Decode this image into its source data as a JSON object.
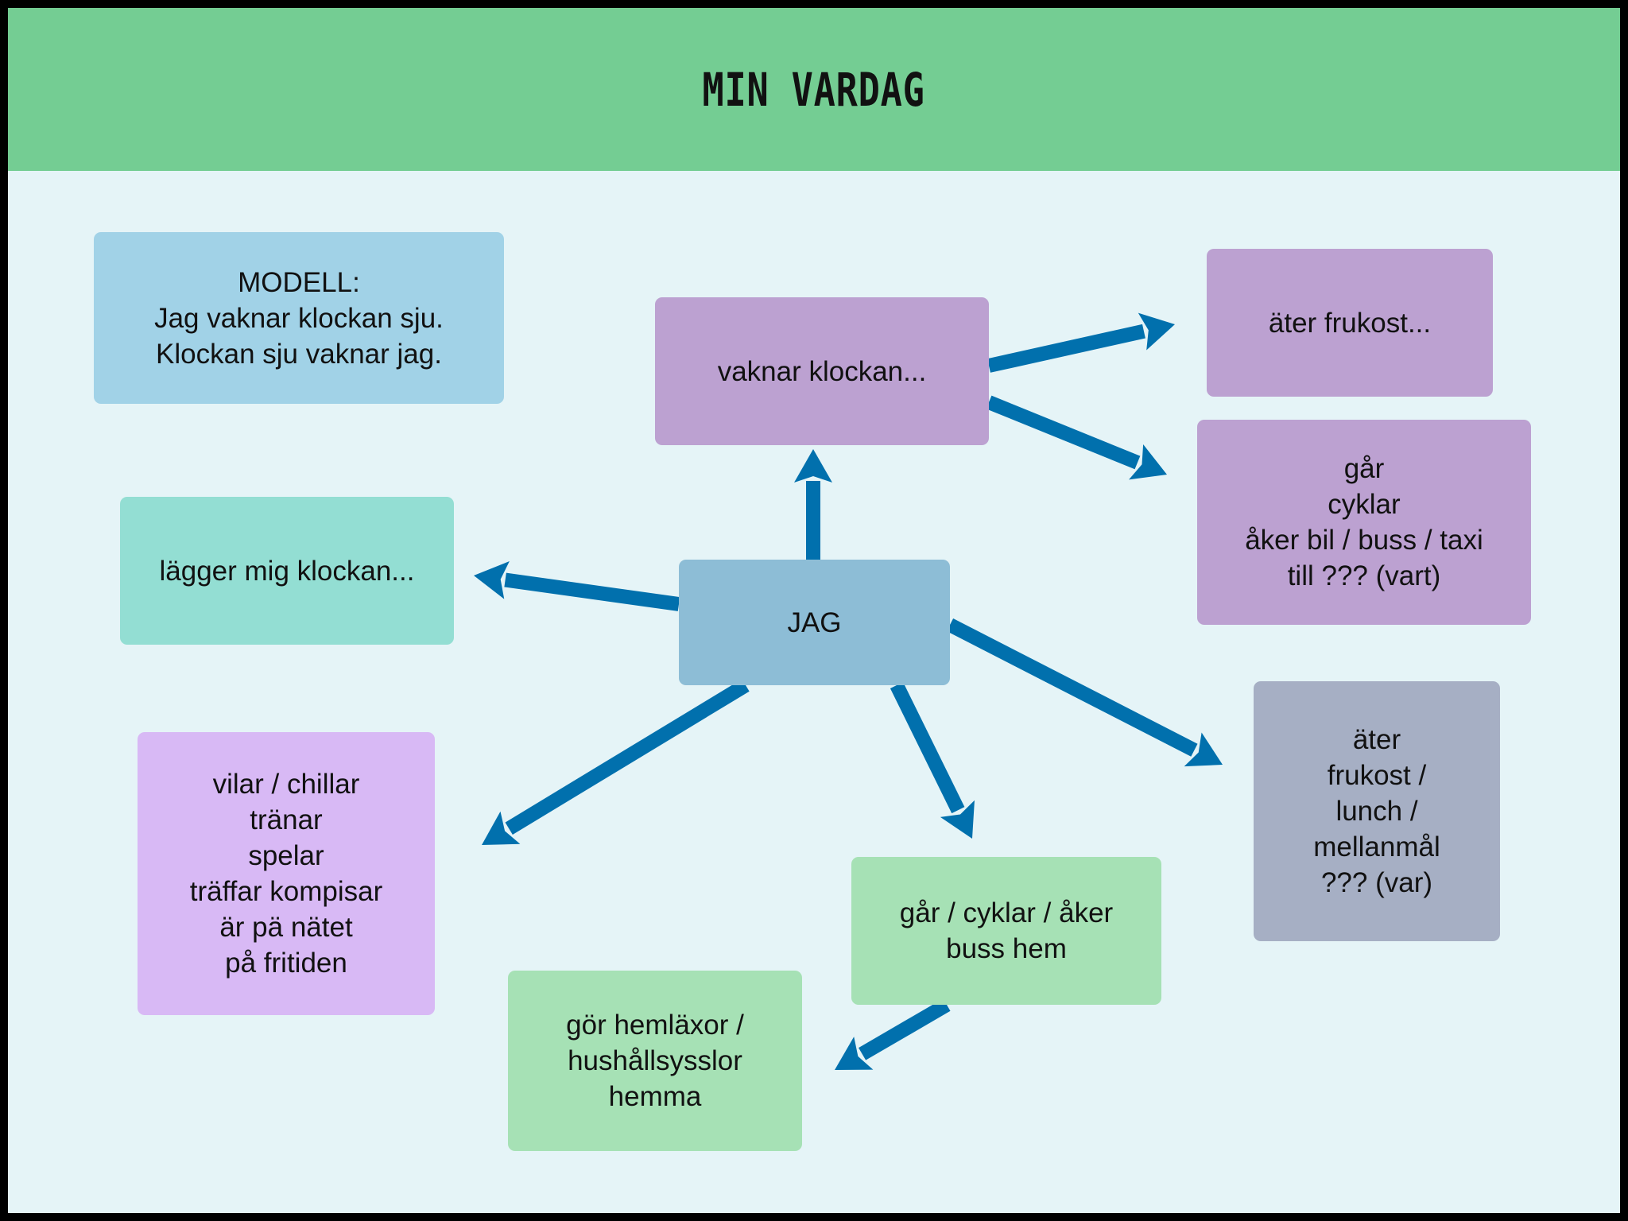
{
  "title": "MIN VARDAG",
  "colors": {
    "frame": "#000000",
    "background": "#e5f4f7",
    "header": "#74cd93",
    "arrow": "#0170ad"
  },
  "nodes": {
    "modell": {
      "text": "MODELL:\nJag vaknar klockan sju.\nKlockan sju vaknar jag.",
      "color": "#a1d2e7"
    },
    "vaknar": {
      "text": "vaknar klockan...",
      "color": "#bca1d1"
    },
    "frukost": {
      "text": "äter frukost...",
      "color": "#bca1d1"
    },
    "gar": {
      "text": "går\ncyklar\nåker bil / buss / taxi\ntill ??? (vart)",
      "color": "#bca1d1"
    },
    "lagger": {
      "text": "lägger mig klockan...",
      "color": "#93ded3"
    },
    "jag": {
      "text": "JAG",
      "color": "#8dbdd6"
    },
    "ater": {
      "text": "äter\nfrukost /\nlunch /\nmellanmål\n??? (var)",
      "color": "#a6afc4"
    },
    "vilar": {
      "text": "vilar / chillar\ntränar\nspelar\nträffar kompisar\när pä nätet\npå fritiden",
      "color": "#d8b9f5"
    },
    "hem": {
      "text": "går / cyklar / åker\nbuss hem",
      "color": "#a6e1b5"
    },
    "laxor": {
      "text": "gör hemläxor /\nhushållsysslor\nhemma",
      "color": "#a6e1b5"
    }
  }
}
